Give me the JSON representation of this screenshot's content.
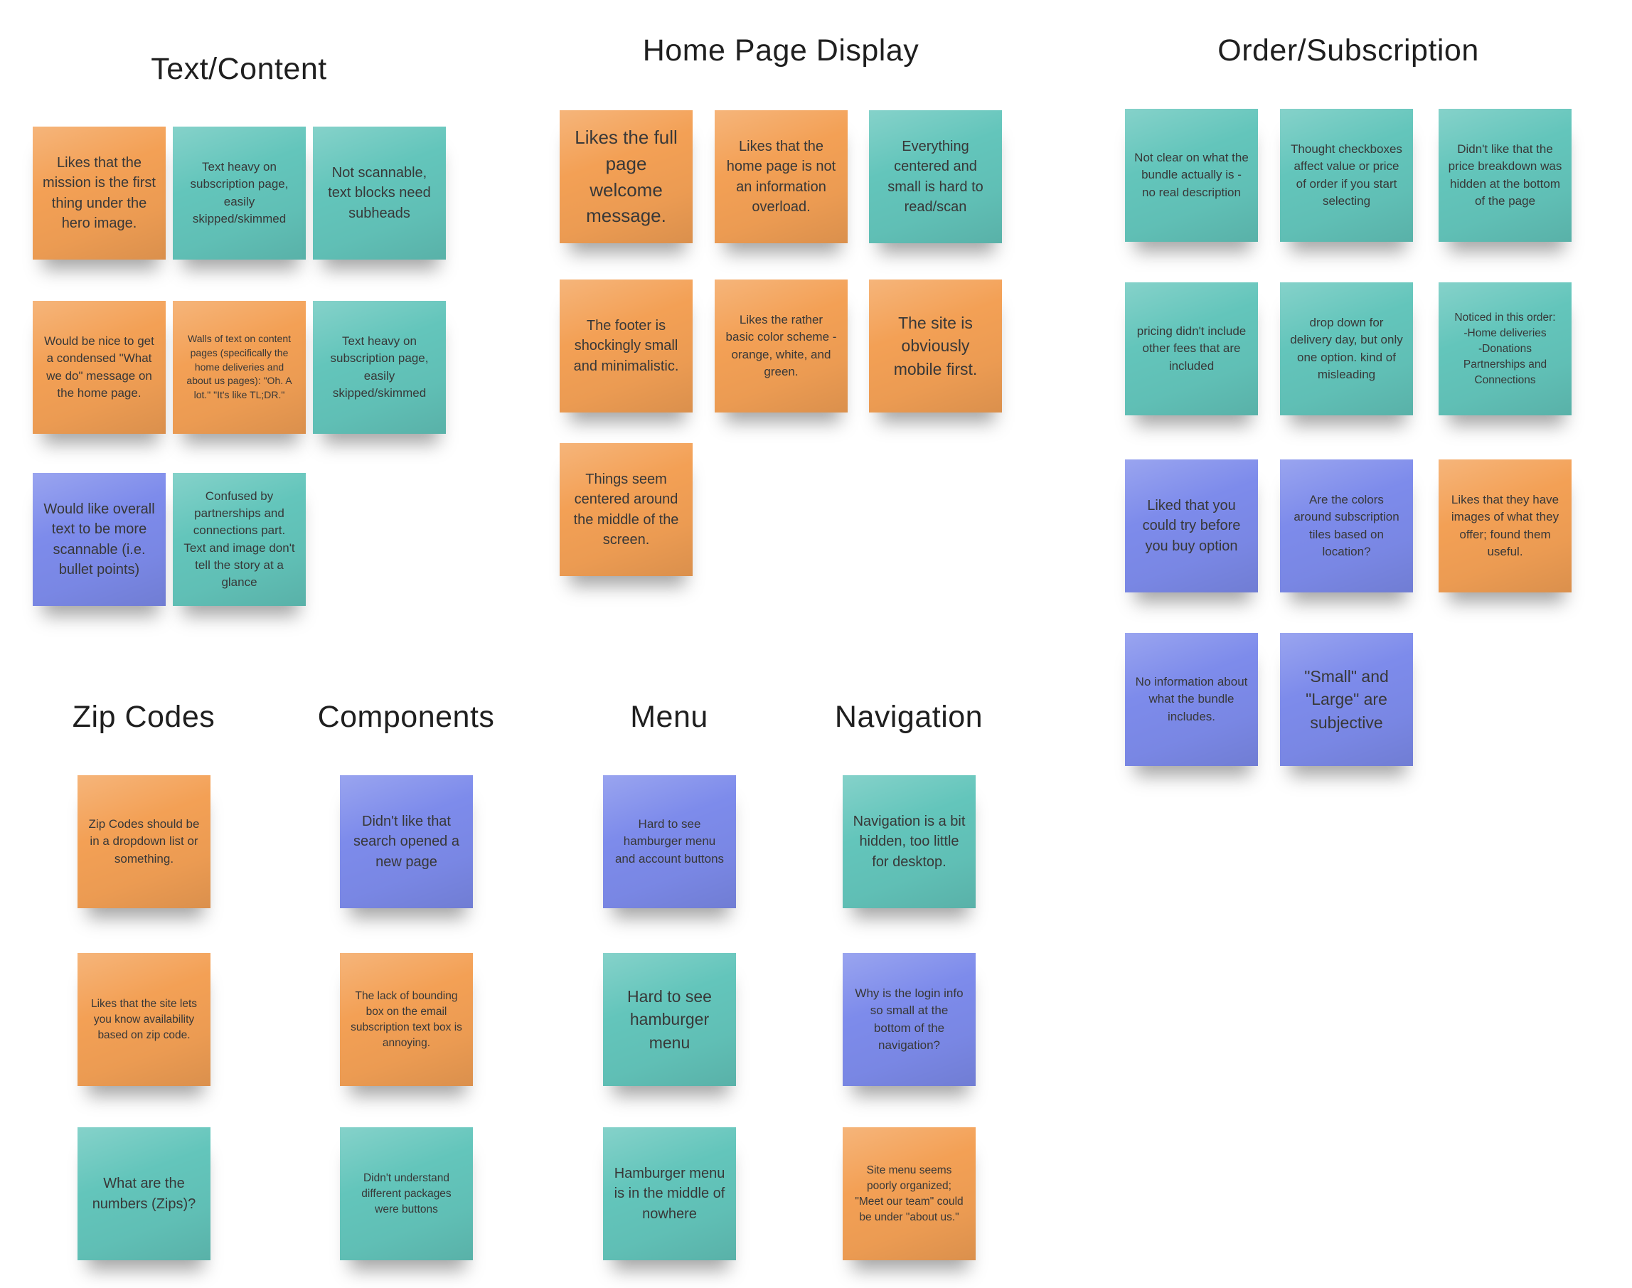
{
  "palette": {
    "orange": "#f3a055",
    "teal": "#63c5bb",
    "blue": "#7d8beb",
    "text": "#383838",
    "title": "#1f1f1f",
    "background": "#ffffff"
  },
  "sections": [
    {
      "id": "text-content",
      "title": "Text/Content",
      "notes": [
        {
          "row": 0,
          "col": 0,
          "color": "orange",
          "size": "l",
          "text": "Likes that the mission is the first thing under the hero image."
        },
        {
          "row": 0,
          "col": 1,
          "color": "teal",
          "size": "m",
          "text": "Text heavy on subscription page, easily skipped/skimmed"
        },
        {
          "row": 0,
          "col": 2,
          "color": "teal",
          "size": "l",
          "text": "Not scannable, text blocks need subheads"
        },
        {
          "row": 1,
          "col": 0,
          "color": "orange",
          "size": "m",
          "text": "Would be nice to get a condensed \"What we do\" message on the home page."
        },
        {
          "row": 1,
          "col": 1,
          "color": "orange",
          "size": "xs",
          "text": "Walls of text on content pages (specifically the home deliveries and about us pages): \"Oh. A lot.\" \"It's like TL;DR.\""
        },
        {
          "row": 1,
          "col": 2,
          "color": "teal",
          "size": "m",
          "text": "Text heavy on subscription page, easily skipped/skimmed"
        },
        {
          "row": 2,
          "col": 0,
          "color": "blue",
          "size": "l",
          "text": "Would like overall text to be more scannable (i.e. bullet points)"
        },
        {
          "row": 2,
          "col": 1,
          "color": "teal",
          "size": "m",
          "text": "Confused by partnerships and connections part. Text and image don't tell the story at a glance"
        }
      ]
    },
    {
      "id": "home-page-display",
      "title": "Home Page Display",
      "notes": [
        {
          "row": 0,
          "col": 0,
          "color": "orange",
          "size": "xxl",
          "text": "Likes the full page welcome message."
        },
        {
          "row": 0,
          "col": 1,
          "color": "orange",
          "size": "l",
          "text": "Likes that the home page is not an information overload."
        },
        {
          "row": 0,
          "col": 2,
          "color": "teal",
          "size": "l",
          "text": "Everything centered and small is hard to read/scan"
        },
        {
          "row": 1,
          "col": 0,
          "color": "orange",
          "size": "l",
          "text": "The footer is shockingly small and minimalistic."
        },
        {
          "row": 1,
          "col": 1,
          "color": "orange",
          "size": "m",
          "text": "Likes the rather basic color scheme - orange, white, and green."
        },
        {
          "row": 1,
          "col": 2,
          "color": "orange",
          "size": "xl",
          "text": "The site is obviously mobile first."
        },
        {
          "row": 2,
          "col": 0,
          "color": "orange",
          "size": "l",
          "text": "Things seem centered around the middle of the screen."
        }
      ]
    },
    {
      "id": "order-subscription",
      "title": "Order/Subscription",
      "notes": [
        {
          "row": 0,
          "col": 0,
          "color": "teal",
          "size": "m",
          "text": "Not clear on what the bundle actually is - no real description"
        },
        {
          "row": 0,
          "col": 1,
          "color": "teal",
          "size": "m",
          "text": "Thought checkboxes affect value or price of order if you start selecting"
        },
        {
          "row": 0,
          "col": 2,
          "color": "teal",
          "size": "m",
          "text": "Didn't like that the price breakdown was hidden at the bottom of the page"
        },
        {
          "row": 1,
          "col": 0,
          "color": "teal",
          "size": "m",
          "text": "pricing didn't include other fees that are included"
        },
        {
          "row": 1,
          "col": 1,
          "color": "teal",
          "size": "m",
          "text": "drop down for delivery day, but only one option. kind of misleading"
        },
        {
          "row": 1,
          "col": 2,
          "color": "teal",
          "size": "s",
          "text": "Noticed in this order:\n-Home deliveries\n-Donations\nPartnerships and Connections"
        },
        {
          "row": 2,
          "col": 0,
          "color": "blue",
          "size": "l",
          "text": "Liked that you could try before you buy option"
        },
        {
          "row": 2,
          "col": 1,
          "color": "blue",
          "size": "m",
          "text": "Are the colors around subscription tiles based on location?"
        },
        {
          "row": 2,
          "col": 2,
          "color": "orange",
          "size": "m",
          "text": "Likes that they have images of what they offer; found them useful."
        },
        {
          "row": 3,
          "col": 0,
          "color": "blue",
          "size": "m",
          "text": "No information about what the bundle includes."
        },
        {
          "row": 3,
          "col": 1,
          "color": "blue",
          "size": "xl",
          "text": "\"Small\" and \"Large\" are subjective"
        }
      ]
    },
    {
      "id": "zip-codes",
      "title": "Zip Codes",
      "notes": [
        {
          "row": 0,
          "col": 0,
          "color": "orange",
          "size": "m",
          "text": "Zip Codes should be in a dropdown list or something."
        },
        {
          "row": 1,
          "col": 0,
          "color": "orange",
          "size": "s",
          "text": "Likes that the site lets you know availability based on zip code."
        },
        {
          "row": 2,
          "col": 0,
          "color": "teal",
          "size": "l",
          "text": "What are the numbers (Zips)?"
        }
      ]
    },
    {
      "id": "components",
      "title": "Components",
      "notes": [
        {
          "row": 0,
          "col": 0,
          "color": "blue",
          "size": "l",
          "text": "Didn't like that search opened a new page"
        },
        {
          "row": 1,
          "col": 0,
          "color": "orange",
          "size": "s",
          "text": "The lack of bounding box on the email subscription text box is annoying."
        },
        {
          "row": 2,
          "col": 0,
          "color": "teal",
          "size": "s",
          "text": "Didn't understand different packages were buttons"
        }
      ]
    },
    {
      "id": "menu",
      "title": "Menu",
      "notes": [
        {
          "row": 0,
          "col": 0,
          "color": "blue",
          "size": "m",
          "text": "Hard to see hamburger menu and account buttons"
        },
        {
          "row": 1,
          "col": 0,
          "color": "teal",
          "size": "xl",
          "text": "Hard to see hamburger menu"
        },
        {
          "row": 2,
          "col": 0,
          "color": "teal",
          "size": "l",
          "text": "Hamburger menu is in the middle of nowhere"
        }
      ]
    },
    {
      "id": "navigation",
      "title": "Navigation",
      "notes": [
        {
          "row": 0,
          "col": 0,
          "color": "teal",
          "size": "l",
          "text": "Navigation is a bit hidden, too little for desktop."
        },
        {
          "row": 1,
          "col": 0,
          "color": "blue",
          "size": "m",
          "text": "Why is the login info so small at the bottom of the navigation?"
        },
        {
          "row": 2,
          "col": 0,
          "color": "orange",
          "size": "s",
          "text": "Site menu seems poorly organized; \"Meet our team\" could be under \"about us.\""
        }
      ]
    }
  ]
}
